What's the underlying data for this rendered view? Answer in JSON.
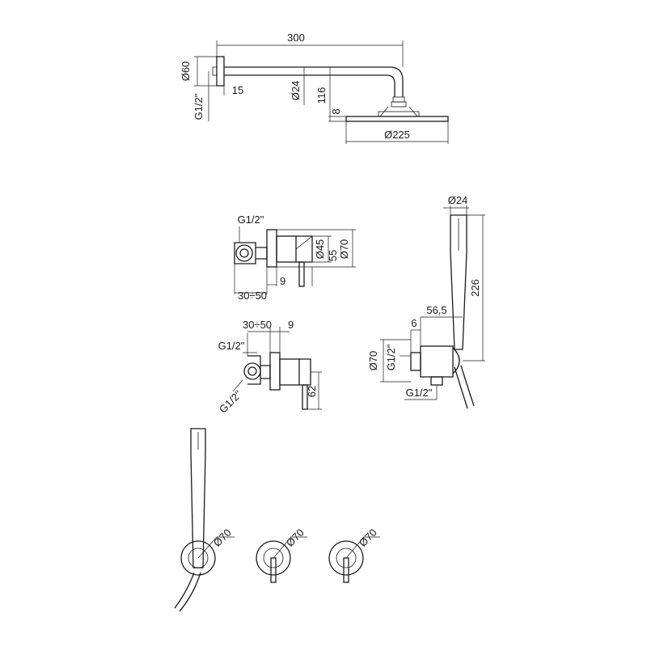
{
  "shower_arm": {
    "length": "300",
    "flange_diameter": "Ø60",
    "thread": "G1/2\"",
    "flange_depth": "15",
    "pipe_diameter": "Ø24",
    "drop": "116",
    "head_thickness": "8",
    "head_diameter": "Ø225"
  },
  "mixer_top": {
    "thread": "G1/2\"",
    "lever_diameter": "Ø45",
    "depth": "55",
    "plate_diameter": "Ø70",
    "plate_thickness": "9",
    "wall_range": "30÷50"
  },
  "mixer_bottom": {
    "wall_range": "30÷50",
    "plate_thickness": "9",
    "thread_top": "G1/2\"",
    "thread_bottom": "G1/2\"",
    "lever_length": "62"
  },
  "hand_shower": {
    "handle_diameter": "Ø24",
    "handle_length": "226",
    "outlet_length": "56,5",
    "outlet_offset": "6",
    "plate_diameter": "Ø70",
    "thread_inlet": "G1/2\"",
    "thread_outlet": "G1/2\""
  },
  "front_views": {
    "plate_1": "Ø70",
    "plate_2": "Ø70",
    "plate_3": "Ø70"
  }
}
